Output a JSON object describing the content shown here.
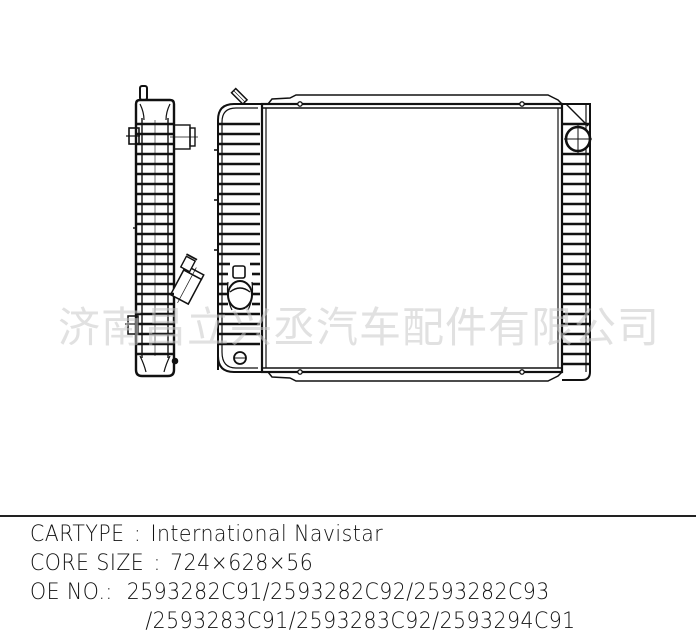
{
  "drawing": {
    "title": "Radiator technical drawing",
    "views": [
      "side-view",
      "front-view"
    ],
    "colors": {
      "line": "#111111",
      "background": "#ffffff",
      "watermark": "#c8c8c8"
    }
  },
  "watermark": {
    "text": "济南昌立兴丞汽车配件有限公司"
  },
  "specs": {
    "cartype": {
      "label": "CARTYPE",
      "sep": ":",
      "value": "International Navistar"
    },
    "core_size": {
      "label": "CORE SIZE",
      "sep": ":",
      "value": "724×628×56"
    },
    "oe_no": {
      "label": "OE NO.:",
      "line1": "2593282C91/2593282C92/2593282C93",
      "line2": "/2593283C91/2593283C92/2593294C91"
    }
  }
}
